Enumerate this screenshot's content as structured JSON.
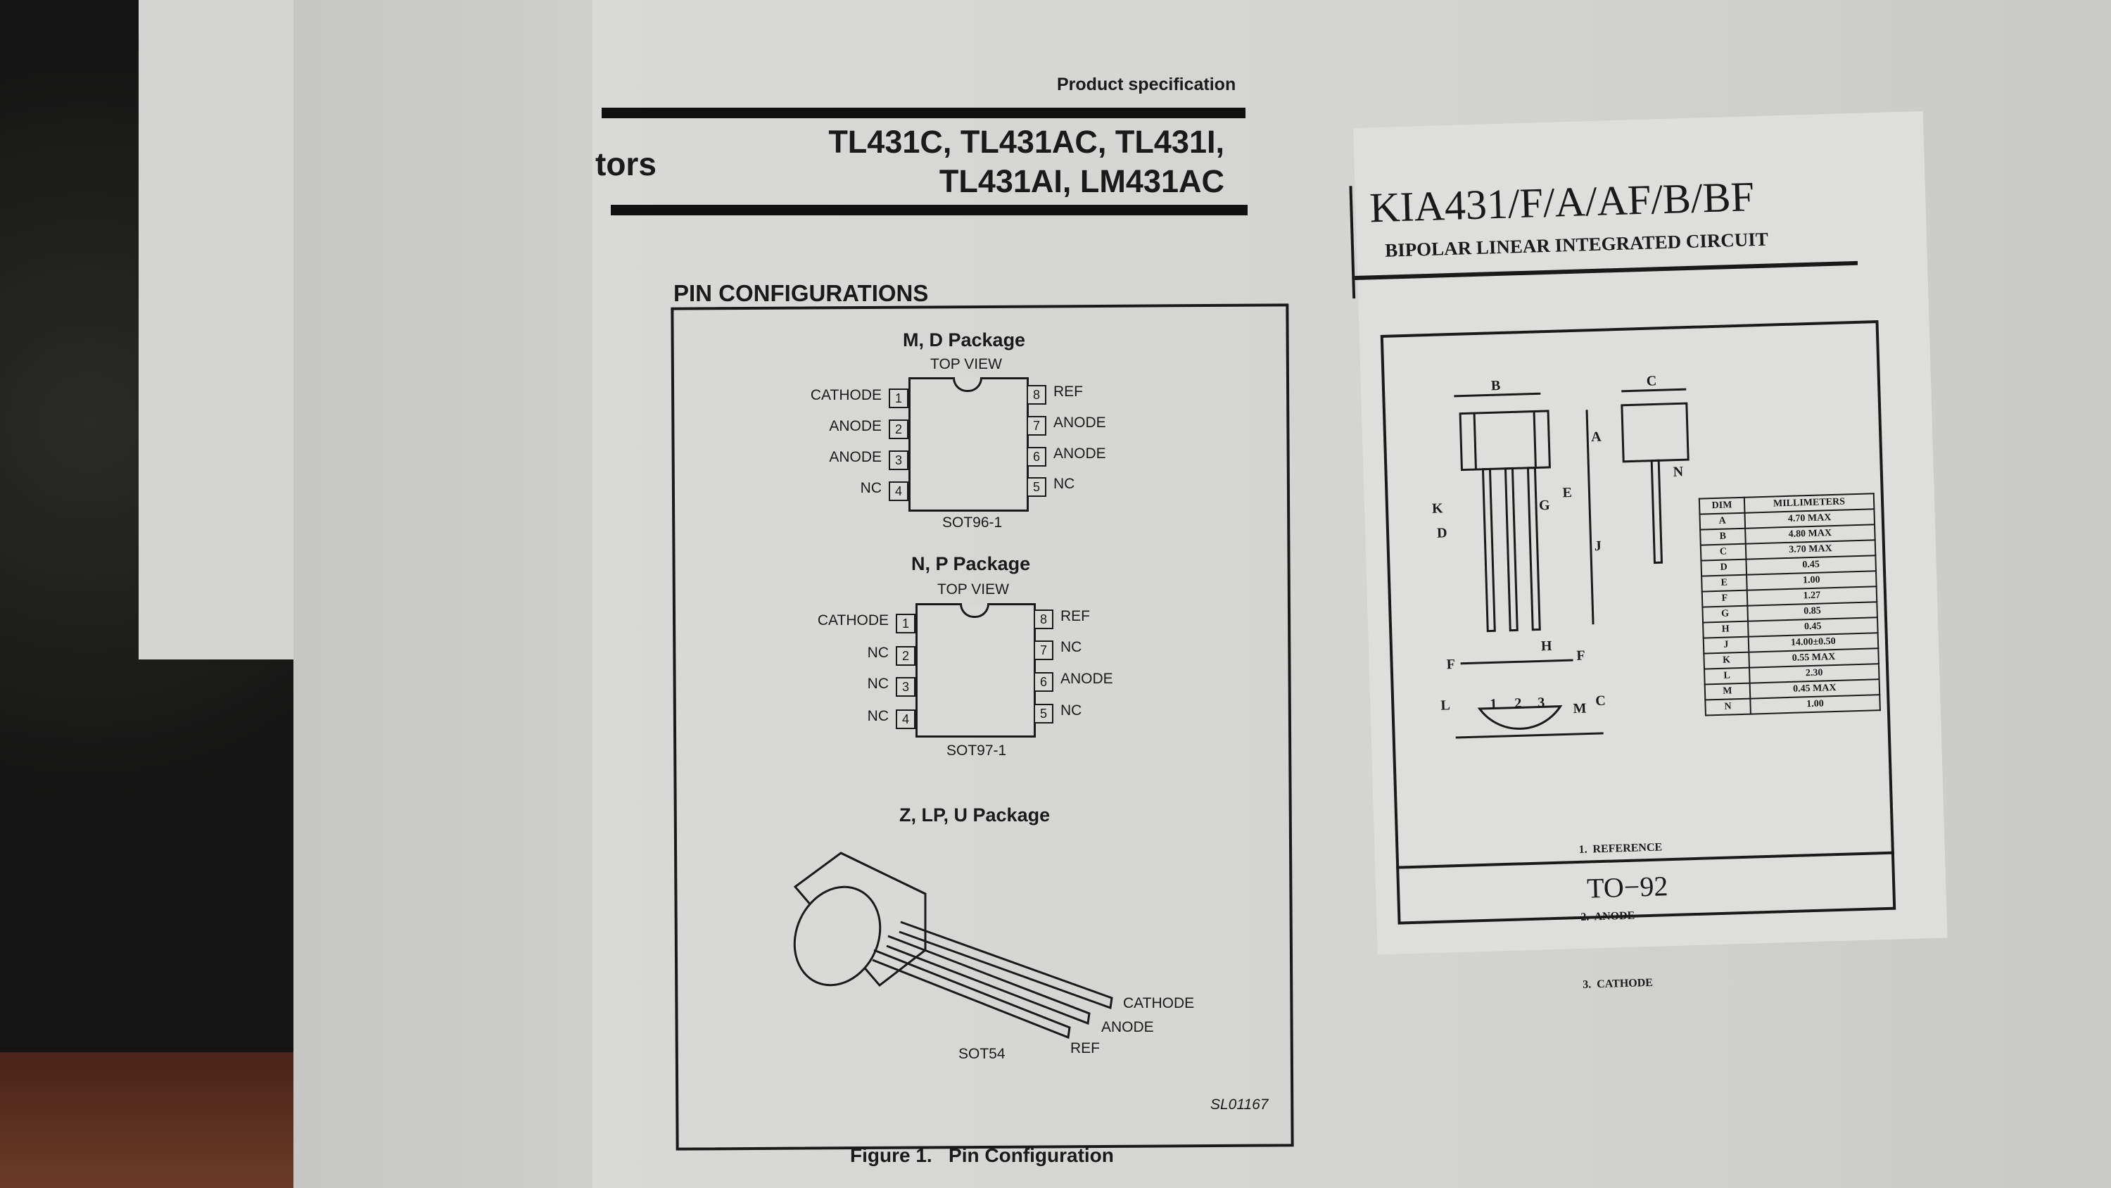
{
  "datasheet": {
    "header_label": "Product specification",
    "section_fragment": "tors",
    "part_line1": "TL431C, TL431AC, TL431I,",
    "part_line2": "TL431AI, LM431AC",
    "section_title": "PIN CONFIGURATIONS",
    "md_package": {
      "title": "M, D Package",
      "view": "TOP VIEW",
      "left_pins": [
        {
          "num": "1",
          "label": "CATHODE"
        },
        {
          "num": "2",
          "label": "ANODE"
        },
        {
          "num": "3",
          "label": "ANODE"
        },
        {
          "num": "4",
          "label": "NC"
        }
      ],
      "right_pins": [
        {
          "num": "8",
          "label": "REF"
        },
        {
          "num": "7",
          "label": "ANODE"
        },
        {
          "num": "6",
          "label": "ANODE"
        },
        {
          "num": "5",
          "label": "NC"
        }
      ],
      "code": "SOT96-1"
    },
    "np_package": {
      "title": "N, P Package",
      "view": "TOP VIEW",
      "left_pins": [
        {
          "num": "1",
          "label": "CATHODE"
        },
        {
          "num": "2",
          "label": "NC"
        },
        {
          "num": "3",
          "label": "NC"
        },
        {
          "num": "4",
          "label": "NC"
        }
      ],
      "right_pins": [
        {
          "num": "8",
          "label": "REF"
        },
        {
          "num": "7",
          "label": "NC"
        },
        {
          "num": "6",
          "label": "ANODE"
        },
        {
          "num": "5",
          "label": "NC"
        }
      ],
      "code": "SOT97-1"
    },
    "zlpu_package": {
      "title": "Z, LP, U Package",
      "leads": [
        "CATHODE",
        "ANODE",
        "REF"
      ],
      "code": "SOT54"
    },
    "figure_id": "SL01167",
    "figure_caption": "Figure 1.   Pin Configuration"
  },
  "kia": {
    "title": "KIA431/F/A/AF/B/BF",
    "subtitle": "BIPOLAR LINEAR INTEGRATED CIRCUIT",
    "package": "TO−92",
    "drawing_labels": [
      "A",
      "B",
      "C",
      "D",
      "E",
      "G",
      "H",
      "J",
      "K",
      "N",
      "F",
      "F",
      "L",
      "M",
      "C"
    ],
    "pin_numbers": [
      "1",
      "2",
      "3"
    ],
    "pin_legend": [
      "1.  REFERENCE",
      "2.  ANODE",
      "3.  CATHODE"
    ],
    "table": {
      "headers": [
        "DIM",
        "MILLIMETERS"
      ],
      "rows": [
        [
          "A",
          "4.70  MAX"
        ],
        [
          "B",
          "4.80  MAX"
        ],
        [
          "C",
          "3.70  MAX"
        ],
        [
          "D",
          "0.45"
        ],
        [
          "E",
          "1.00"
        ],
        [
          "F",
          "1.27"
        ],
        [
          "G",
          "0.85"
        ],
        [
          "H",
          "0.45"
        ],
        [
          "J",
          "14.00±0.50"
        ],
        [
          "K",
          "0.55  MAX"
        ],
        [
          "L",
          "2.30"
        ],
        [
          "M",
          "0.45  MAX"
        ],
        [
          "N",
          "1.00"
        ]
      ]
    }
  }
}
